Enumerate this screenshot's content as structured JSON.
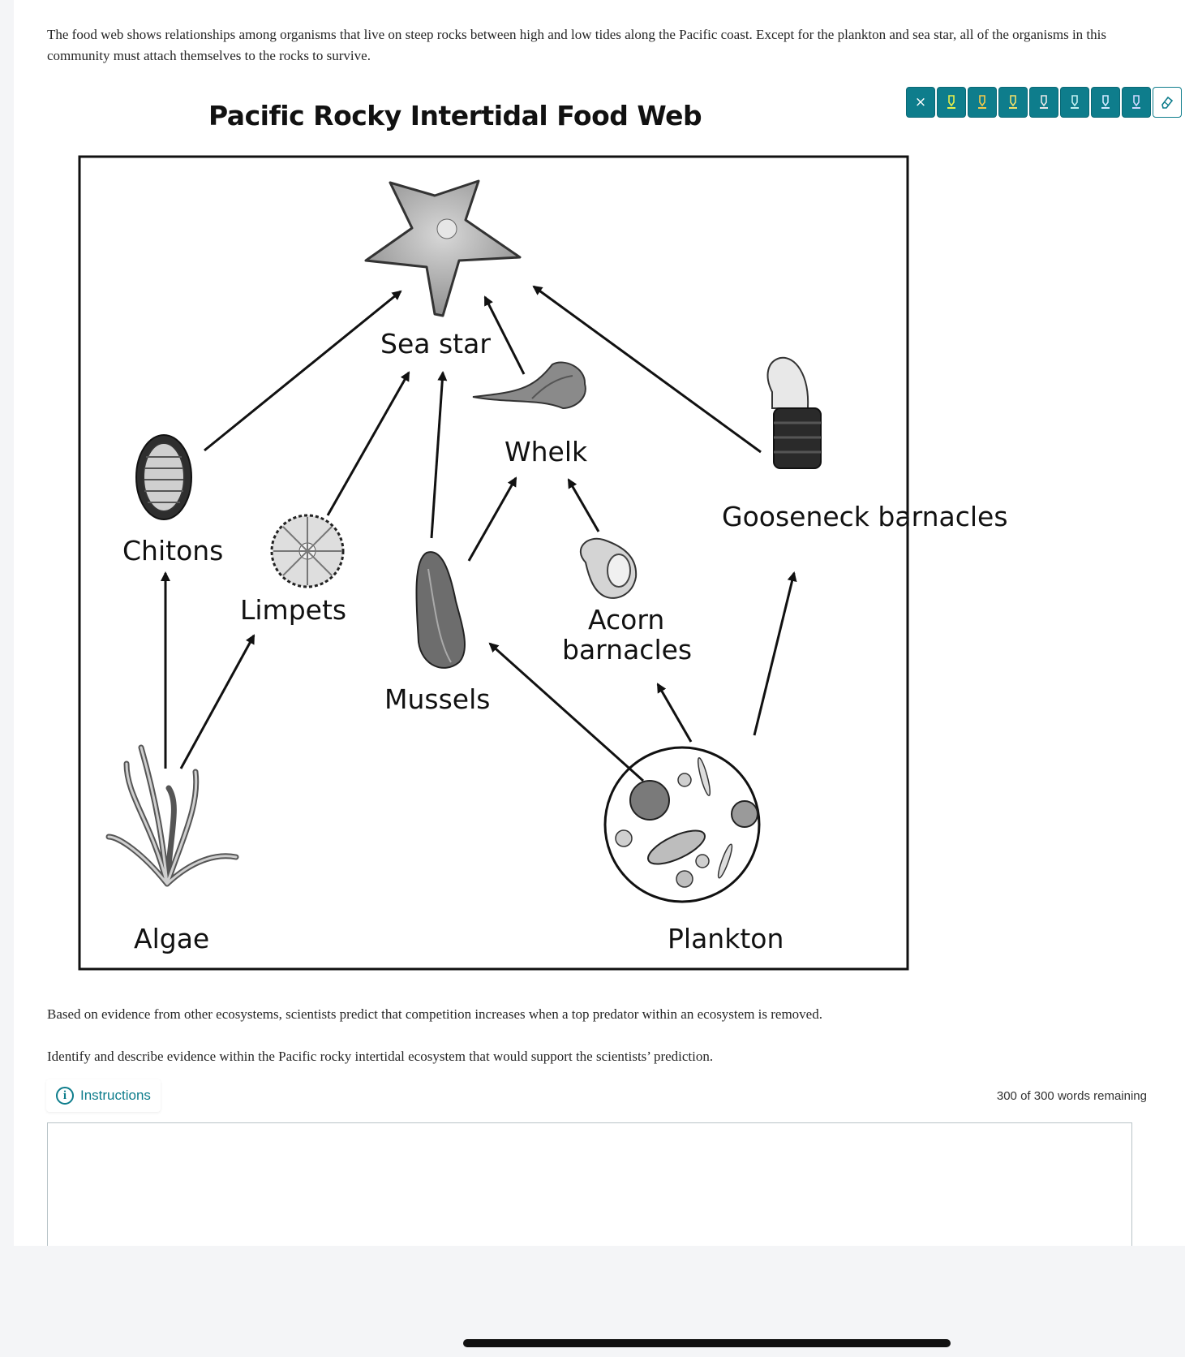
{
  "intro_text": "The food web shows relationships among organisms that live on steep rocks between high and low tides along the Pacific coast. Except for the plankton and sea star, all of the organisms in this community must attach themselves to the rocks to survive.",
  "toolbar": {
    "close_label": "×",
    "highlighter_colors": [
      "#e8f04a",
      "#f3c94a",
      "#f0e06a",
      "#e6e6e6",
      "#bfeff0",
      "#d0e8ff",
      "#cfd8ff"
    ]
  },
  "diagram": {
    "title": "Pacific Rocky Intertidal Food Web",
    "labels": {
      "sea_star": "Sea star",
      "whelk": "Whelk",
      "gooseneck": "Gooseneck barnacles",
      "chitons": "Chitons",
      "limpets": "Limpets",
      "acorn_line1": "Acorn",
      "acorn_line2": "barnacles",
      "mussels": "Mussels",
      "algae": "Algae",
      "plankton": "Plankton"
    }
  },
  "question": {
    "line1": "Based on evidence from other ecosystems, scientists predict that competition increases when a top predator within an ecosystem is removed.",
    "line2": "Identify and describe evidence within the Pacific rocky intertidal ecosystem that would support the scientists’ prediction."
  },
  "instructions_label": "Instructions",
  "instructions_icon": "info-icon",
  "word_count": "300 of 300 words remaining",
  "answer_value": ""
}
